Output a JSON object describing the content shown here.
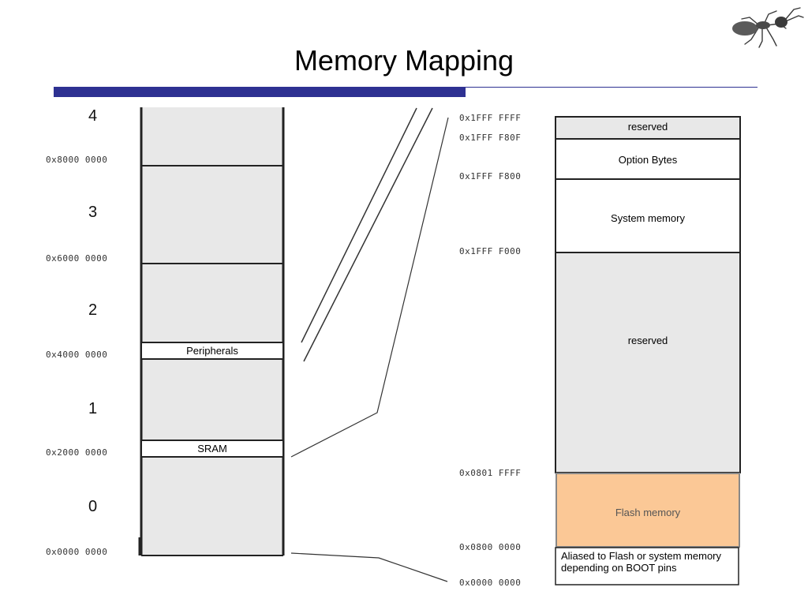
{
  "title": "Memory Mapping",
  "logo": {
    "icon": "ant-icon"
  },
  "left_map": {
    "region_numbers": [
      "4",
      "3",
      "2",
      "1",
      "0"
    ],
    "addresses": [
      "0x8000 0000",
      "0x6000 0000",
      "0x4000 0000",
      "0x2000 0000",
      "0x0000 0000"
    ],
    "peripherals_label": "Peripherals",
    "sram_label": "SRAM"
  },
  "right_map": {
    "addresses": [
      "0x1FFF FFFF",
      "0x1FFF F80F",
      "0x1FFF F800",
      "0x1FFF F000",
      "0x0801 FFFF",
      "0x0800 0000",
      "0x0000 0000"
    ],
    "reserved_top_label": "reserved",
    "option_bytes_label": "Option Bytes",
    "system_memory_label": "System memory",
    "reserved_mid_label": "reserved",
    "flash_label": "Flash memory",
    "aliased_label": "Aliased to Flash or system memory depending on BOOT pins"
  },
  "colors": {
    "accent": "#2e3192",
    "region_fill": "#e8e8e8",
    "flash_fill": "#fbc896"
  }
}
